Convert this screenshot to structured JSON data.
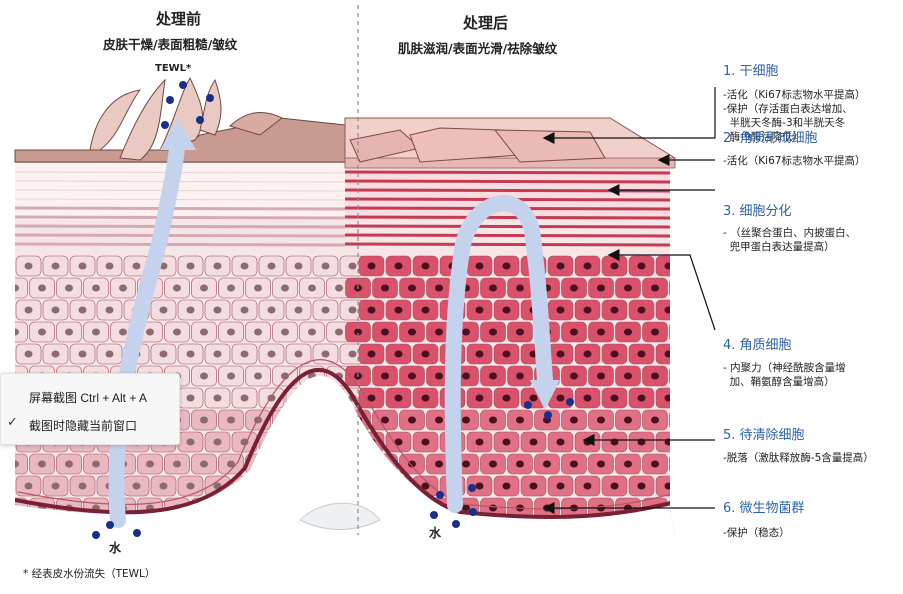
{
  "before": {
    "title": "处理前",
    "subtitle": "皮肤干燥/表面粗糙/皱纹",
    "tewl_label": "TEWL*",
    "water_label": "水"
  },
  "after": {
    "title": "处理后",
    "subtitle": "肌肤滋润/表面光滑/祛除皱纹",
    "water_label": "水"
  },
  "steps": [
    {
      "title": "6. 微生物菌群",
      "note": "-保护（稳态）"
    },
    {
      "title": "5. 待清除细胞",
      "note": "-脱落（激肽释放酶-5含量提高）"
    },
    {
      "title": "4. 角质细胞",
      "note": "- 内聚力（神经酰胺含量增\n  加、鞘氨醇含量增高）"
    },
    {
      "title": "3. 细胞分化",
      "note": "- （丝聚合蛋白、内披蛋白、\n  兜甲蛋白表达量提高）"
    },
    {
      "title": "2. 角质形成细胞",
      "note": "-活化（Ki67标志物水平提高）"
    },
    {
      "title": "1. 干细胞",
      "note": "-活化（Ki67标志物水平提高）\n-保护（存活蛋白表达增加、\n  半胱天冬酶-3和半胱天冬\n  酶-9酶活降低）"
    }
  ],
  "footnote": "* 经表皮水份流失（TEWL）",
  "context_menu": {
    "items": [
      "屏幕截图 Ctrl + Alt + A",
      "截图时隐藏当前窗口"
    ],
    "checked_icon": "checkmark-icon"
  },
  "colors": {
    "step_blue": "#2f62a8",
    "skin_surface": "#e7c4bd",
    "cell_before": "#f2dadd",
    "cell_after": "#cf3e55",
    "basement_membrane": "#7a1f35",
    "arrow_blue": "#c4d2ee",
    "dot_blue": "#1a2f8c"
  }
}
